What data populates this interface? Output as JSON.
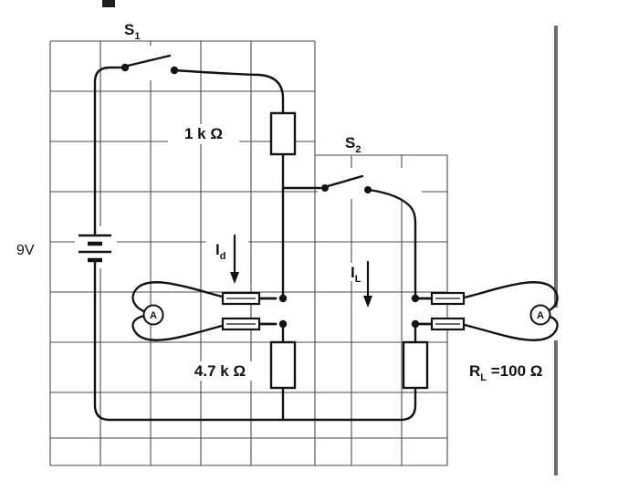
{
  "diagram": {
    "battery": {
      "label": "9V"
    },
    "switch1": {
      "base": "S",
      "sub": "1"
    },
    "switch2": {
      "base": "S",
      "sub": "2"
    },
    "resistor1": {
      "label": "1 k Ω"
    },
    "resistor2": {
      "label": "4.7 k Ω"
    },
    "load": {
      "base": "R",
      "sub": "L",
      "value": " =100 Ω"
    },
    "current_d": {
      "base": "I",
      "sub": "d"
    },
    "current_L": {
      "base": "I",
      "sub": "L"
    },
    "ammeter": {
      "label": "A"
    }
  },
  "colors": {
    "wire": "#121212",
    "grid": "#4a4a4a",
    "rail": "#6e6e6e",
    "text": "#111111",
    "background": "#ffffff"
  }
}
